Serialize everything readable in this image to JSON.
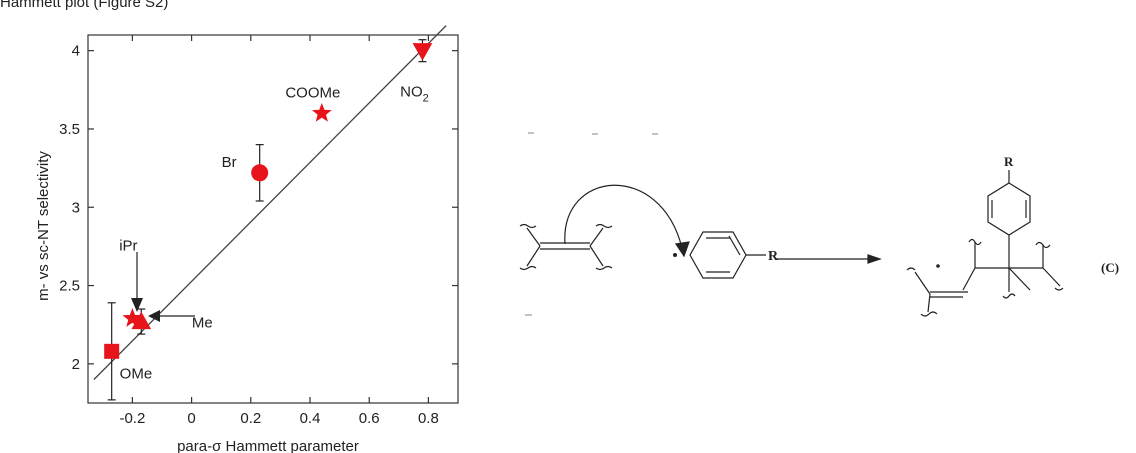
{
  "caption": "Hammett plot (Figure S2)",
  "chart_data": {
    "type": "scatter",
    "xlabel": "para-σ Hammett parameter",
    "ylabel": "m- vs sc-NT selectivity",
    "xlim": [
      -0.35,
      0.9
    ],
    "ylim": [
      1.75,
      4.1
    ],
    "xticks": [
      -0.2,
      0,
      0.2,
      0.4,
      0.6,
      0.8
    ],
    "xtick_labels": [
      "-0.2",
      "0",
      "0.2",
      "0.4",
      "0.6",
      "0.8"
    ],
    "yticks": [
      2,
      2.5,
      3,
      3.5,
      4
    ],
    "ytick_labels": [
      "2",
      "2.5",
      "3",
      "3.5",
      "4"
    ],
    "grid": false,
    "series_color": "#e8141b",
    "fit_line": {
      "x": [
        -0.33,
        0.86
      ],
      "y": [
        1.9,
        4.16
      ]
    },
    "points": [
      {
        "label": "OMe",
        "x": -0.27,
        "y": 2.08,
        "err": 0.31,
        "marker": "square"
      },
      {
        "label": "iPr",
        "x": -0.2,
        "y": 2.29,
        "err": 0,
        "marker": "star"
      },
      {
        "label": "Me",
        "x": -0.17,
        "y": 2.27,
        "err": 0.08,
        "marker": "triangle"
      },
      {
        "label": "Br",
        "x": 0.23,
        "y": 3.22,
        "err": 0.18,
        "marker": "circle"
      },
      {
        "label": "COOMe",
        "x": 0.44,
        "y": 3.6,
        "err": 0,
        "marker": "star"
      },
      {
        "label": "NO",
        "label_sub": "2",
        "x": 0.78,
        "y": 4.0,
        "err": 0.07,
        "marker": "triangle-down"
      }
    ]
  },
  "scheme": {
    "radical_label": "R",
    "product_label": "R",
    "panel_label": "(C)"
  }
}
